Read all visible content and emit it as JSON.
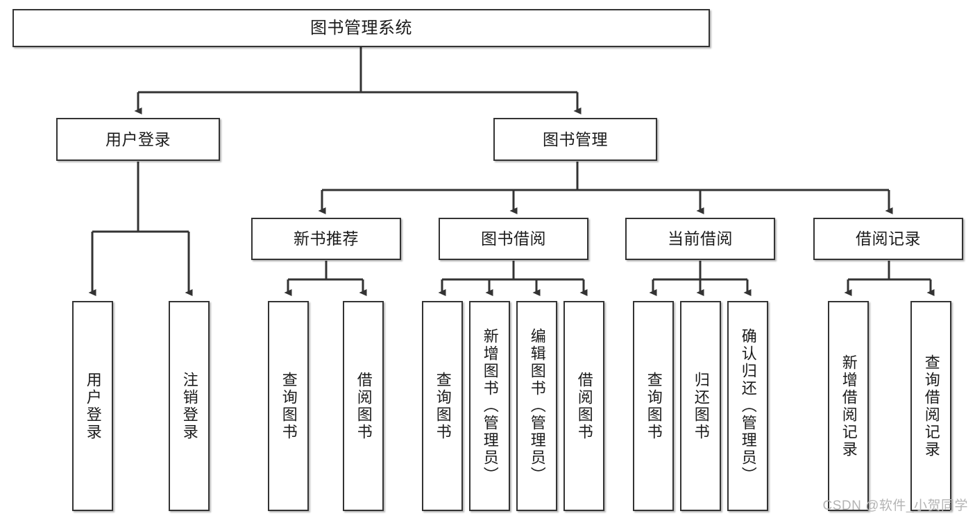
{
  "diagram": {
    "title": "图书管理系统",
    "watermark": "CSDN @软件_小贺同学",
    "accent_color": "#333333",
    "background_color": "#ffffff",
    "nodes": {
      "root": {
        "label": "图书管理系统"
      },
      "level2": [
        {
          "label": "用户登录"
        },
        {
          "label": "图书管理"
        }
      ],
      "level3": [
        {
          "label": "新书推荐"
        },
        {
          "label": "图书借阅"
        },
        {
          "label": "当前借阅"
        },
        {
          "label": "借阅记录"
        }
      ],
      "leaves": [
        {
          "label": "用户登录"
        },
        {
          "label": "注销登录"
        },
        {
          "label": "查询图书"
        },
        {
          "label": "借阅图书"
        },
        {
          "label": "查询图书"
        },
        {
          "label": "新增图书（管理员）"
        },
        {
          "label": "编辑图书（管理员）"
        },
        {
          "label": "借阅图书"
        },
        {
          "label": "查询图书"
        },
        {
          "label": "归还图书"
        },
        {
          "label": "确认归还（管理员）"
        },
        {
          "label": "新增借阅记录"
        },
        {
          "label": "查询借阅记录"
        }
      ]
    }
  }
}
